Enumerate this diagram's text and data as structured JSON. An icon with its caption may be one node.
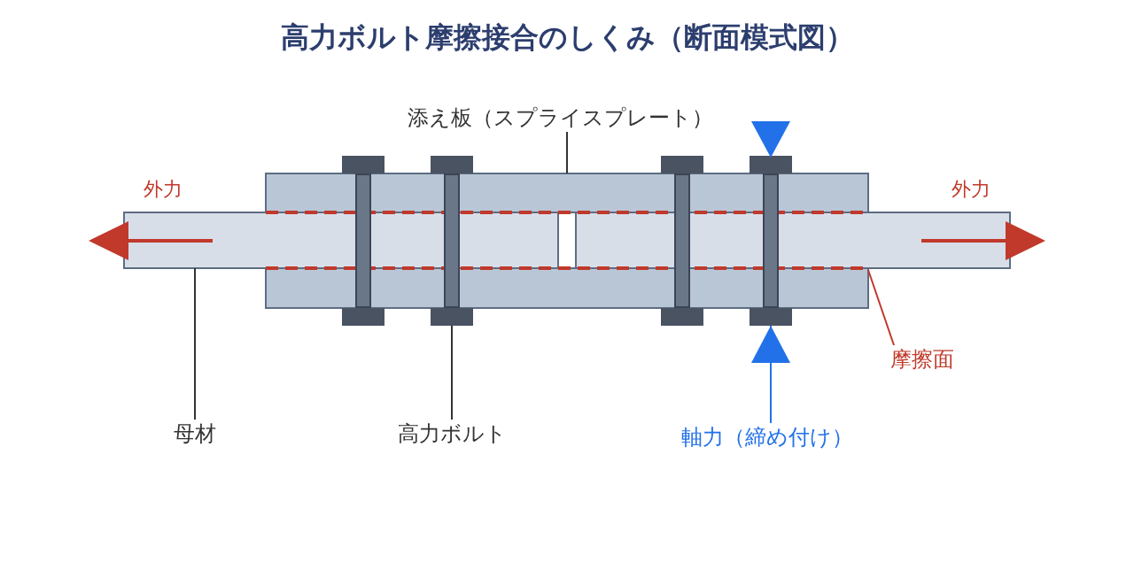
{
  "diagram": {
    "title": "高力ボルト摩擦接合のしくみ（断面模式図）",
    "nodes": [
      {
        "text": [
          "添え板（スプライスプレート）"
        ]
      },
      {
        "text": [],
        "shape": "box"
      },
      {
        "text": [
          "母材"
        ]
      },
      {
        "text": [],
        "shape": "box"
      },
      {
        "text": [
          "高力ボルト"
        ]
      },
      {
        "text": [],
        "shape": "bar"
      },
      {
        "text": [
          "摩擦面"
        ]
      },
      {
        "text": [
          "軸力（締め付け）"
        ]
      },
      {
        "text": [],
        "shape": "bar"
      }
    ],
    "edges": [
      {
        "from": 0,
        "to": 1,
        "arrow": "none"
      },
      {
        "from": 2,
        "to": 3,
        "arrow": "none"
      },
      {
        "from": 4,
        "to": 5,
        "arrow": "none"
      },
      {
        "from": 6,
        "to": null,
        "arrow": "none",
        "color": "#c0392b"
      },
      {
        "from": 7,
        "to": 8,
        "arrow": "to",
        "color": "#2271e8"
      }
    ],
    "labels": [
      "外力",
      "外力"
    ]
  }
}
